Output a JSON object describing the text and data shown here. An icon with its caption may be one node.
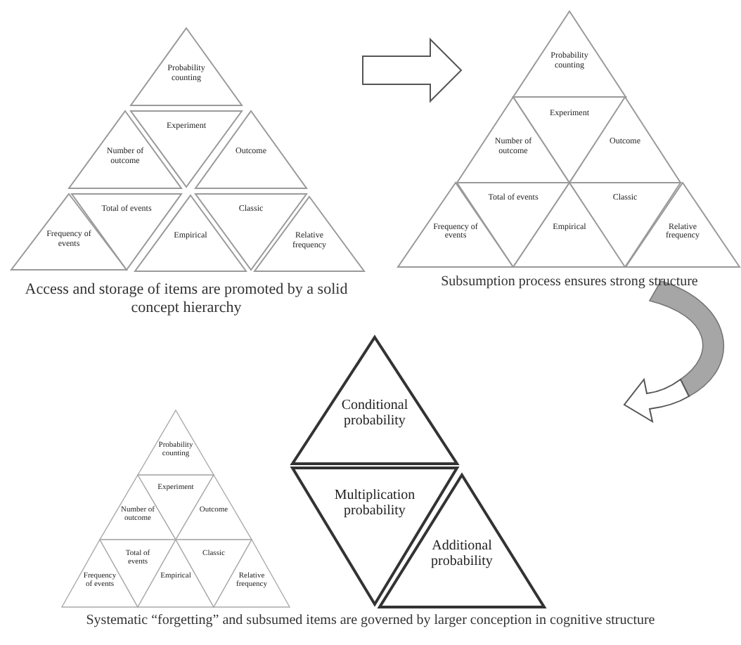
{
  "diagram": {
    "nodes": [
      {
        "text": [
          "Probability counting"
        ]
      },
      {
        "text": [
          "Number of outcome"
        ]
      },
      {
        "text": [
          "Experiment"
        ]
      },
      {
        "text": [
          "Outcome"
        ]
      },
      {
        "text": [
          "Frequency of events"
        ]
      },
      {
        "text": [
          "Total of events"
        ]
      },
      {
        "text": [
          "Empirical"
        ]
      },
      {
        "text": [
          "Classic"
        ]
      },
      {
        "text": [
          "Relative frequency"
        ]
      },
      {
        "text": [
          "Probability counting"
        ]
      },
      {
        "text": [
          "Number of outcome"
        ]
      },
      {
        "text": [
          "Experiment"
        ]
      },
      {
        "text": [
          "Outcome"
        ]
      },
      {
        "text": [
          "Frequency of events"
        ]
      },
      {
        "text": [
          "Total of events"
        ]
      },
      {
        "text": [
          "Empirical"
        ]
      },
      {
        "text": [
          "Classic"
        ]
      },
      {
        "text": [
          "Relative frequency"
        ]
      },
      {
        "text": [
          "Conditional probability"
        ]
      },
      {
        "text": [
          "Probability counting"
        ]
      },
      {
        "text": [
          "Number of outcome"
        ]
      },
      {
        "text": [
          "Experiment"
        ]
      },
      {
        "text": [
          "Outcome"
        ]
      },
      {
        "text": [
          "Frequency of events"
        ]
      },
      {
        "text": [
          "Total of events"
        ]
      },
      {
        "text": [
          "Empirical"
        ]
      },
      {
        "text": [
          "Classic"
        ]
      },
      {
        "text": [
          "Relative frequency"
        ]
      },
      {
        "text": [
          "Multiplication probability"
        ]
      },
      {
        "text": [
          "Additional probability"
        ]
      }
    ],
    "labels": [
      "Access and storage of items are promoted by a solid concept hierarchy",
      "Subsumption process ensures strong structure",
      "Systematic “forgetting” and subsumed items are governed by larger conception in cognitive structure"
    ]
  }
}
